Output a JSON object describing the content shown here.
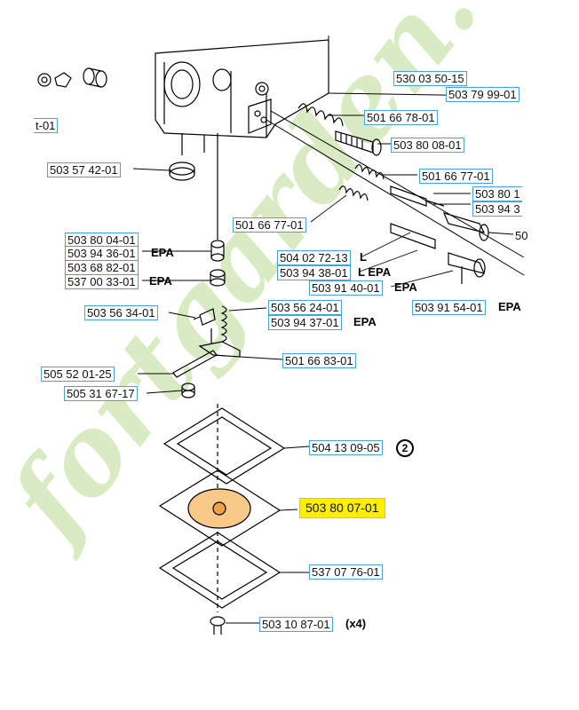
{
  "watermark": "fortgarden.com",
  "parts": {
    "p1": "530 03 50-15",
    "p2": "503 79 99-01",
    "p3": "t-01",
    "p4": "501 66 78-01",
    "p5": "503 80 08-01",
    "p6": "503 57 42-01",
    "p7": "501 66 77-01",
    "p8": "503 80 1",
    "p9": "503 94 3",
    "p10": "501 66 77-01",
    "p11": "50",
    "p12": "503 80 04-01",
    "p13": "503 94 36-01",
    "p14": "503 68 82-01",
    "p15": "537 00 33-01",
    "p16": "504 02 72-13",
    "p17": "503 94 38-01",
    "p18": "503 91 40-01",
    "p19": "503 91 54-01",
    "p20": "503 56 34-01",
    "p21": "503 56 24-01",
    "p22": "503 94 37-01",
    "p23": "505 52 01-25",
    "p24": "501 66 83-01",
    "p25": "505 31 67-17",
    "p26": "504 13 09-05",
    "p27": "503 80 07-01",
    "p28": "537 07 76-01",
    "p29": "503 10 87-01"
  },
  "suffixes": {
    "epa": "EPA",
    "l": "L",
    "l_epa": "L EPA",
    "x4": "(x4)",
    "circle2": "2"
  },
  "colors": {
    "label_border": "#4aa3d8",
    "highlight": "#ffee00",
    "watermark_green": "#a8d07a",
    "watermark_orange": "#f0a030"
  }
}
